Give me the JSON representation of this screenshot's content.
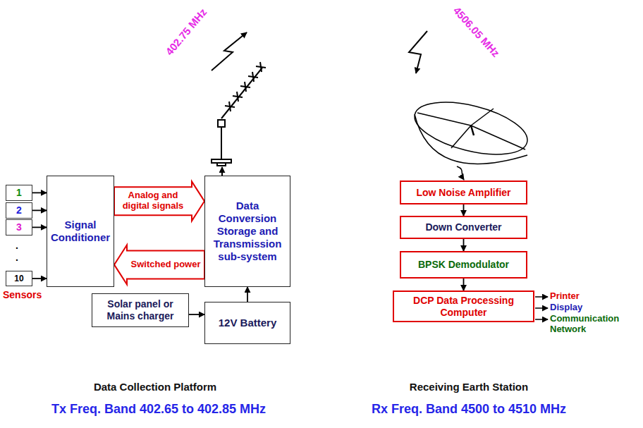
{
  "diagram": {
    "nodes": [
      {
        "text": [
          "1"
        ]
      },
      {
        "text": [
          "2"
        ]
      },
      {
        "text": [
          "3"
        ]
      },
      {
        "text": [
          "10"
        ]
      },
      {
        "text": [
          "Signal Conditioner"
        ]
      },
      {
        "text": [
          "Data Conversion Storage and Transmission sub-system"
        ]
      },
      {
        "text": [
          "Solar panel or Mains charger"
        ]
      },
      {
        "text": [
          "12V Battery"
        ]
      },
      {
        "text": [
          "Low Noise Amplifier"
        ]
      },
      {
        "text": [
          "Down Converter"
        ]
      },
      {
        "text": [
          "BPSK Demodulator"
        ]
      },
      {
        "text": [
          "DCP Data Processing Computer"
        ]
      }
    ],
    "edges": [
      {
        "from": 0,
        "to": 4,
        "arrow": "to"
      },
      {
        "from": 1,
        "to": 4,
        "arrow": "to"
      },
      {
        "from": 2,
        "to": 4,
        "arrow": "to"
      },
      {
        "from": 3,
        "to": 4,
        "arrow": "to"
      },
      {
        "from": 4,
        "to": 5,
        "label": "Analog and digital signals",
        "arrow": "to"
      },
      {
        "from": 5,
        "to": 4,
        "label": "Switched power",
        "arrow": "to"
      },
      {
        "from": 6,
        "to": 7,
        "arrow": "to"
      },
      {
        "from": 7,
        "to": 5,
        "arrow": "to"
      },
      {
        "from": 8,
        "to": 9,
        "arrow": "to"
      },
      {
        "from": 9,
        "to": 10,
        "arrow": "to"
      },
      {
        "from": 10,
        "to": 11,
        "arrow": "to"
      }
    ],
    "labels": [
      "Sensors",
      ".",
      ".",
      "402.75 MHz",
      "4506.05 MHz",
      "Printer",
      "Display",
      "Communication Network",
      "Data Collection Platform",
      "Tx Freq. Band 402.65 to 402.85 MHz",
      "Receiving Earth Station",
      "Rx Freq. Band 4500 to 4510 MHz"
    ]
  }
}
